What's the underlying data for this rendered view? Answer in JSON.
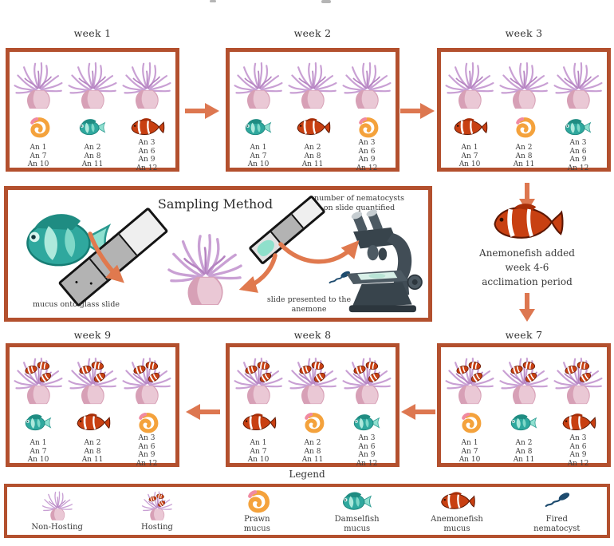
{
  "colors": {
    "panel_border": "#b3502e",
    "arrow": "#dd7750",
    "anemone_tentacle": "#c9a0d4",
    "anemone_body": "#d7a0b6",
    "prawn_mucus": "#f4a23c",
    "damselfish": "#2fa89e",
    "anemonefish": "#c84012",
    "nematocyst": "#1d4b6e"
  },
  "weeks_top": [
    {
      "title": "week 1",
      "anemone_icon": "non-hosting-anemone",
      "columns": [
        {
          "icon": "prawn-mucus",
          "labels": [
            "An 1",
            "An 7",
            "An 10"
          ]
        },
        {
          "icon": "damselfish-mucus",
          "labels": [
            "An 2",
            "An 8",
            "An 11"
          ]
        },
        {
          "icon": "anemonefish-mucus",
          "labels": [
            "An 3",
            "An 6",
            "An 9",
            "An 12"
          ]
        }
      ]
    },
    {
      "title": "week 2",
      "anemone_icon": "non-hosting-anemone",
      "columns": [
        {
          "icon": "damselfish-mucus",
          "labels": [
            "An 1",
            "An 7",
            "An 10"
          ]
        },
        {
          "icon": "anemonefish-mucus",
          "labels": [
            "An 2",
            "An 8",
            "An 11"
          ]
        },
        {
          "icon": "prawn-mucus",
          "labels": [
            "An 3",
            "An 6",
            "An 9",
            "An 12"
          ]
        }
      ]
    },
    {
      "title": "week 3",
      "anemone_icon": "non-hosting-anemone",
      "columns": [
        {
          "icon": "anemonefish-mucus",
          "labels": [
            "An 1",
            "An 7",
            "An 10"
          ]
        },
        {
          "icon": "prawn-mucus",
          "labels": [
            "An 2",
            "An 8",
            "An 11"
          ]
        },
        {
          "icon": "damselfish-mucus",
          "labels": [
            "An 3",
            "An 6",
            "An 9",
            "An 12"
          ]
        }
      ]
    }
  ],
  "weeks_bottom": [
    {
      "title": "week 9",
      "anemone_icon": "hosting-anemone",
      "columns": [
        {
          "icon": "damselfish-mucus",
          "labels": [
            "An 1",
            "An 7",
            "An 10"
          ]
        },
        {
          "icon": "anemonefish-mucus",
          "labels": [
            "An 2",
            "An 8",
            "An 11"
          ]
        },
        {
          "icon": "prawn-mucus",
          "labels": [
            "An 3",
            "An 6",
            "An 9",
            "An 12"
          ]
        }
      ]
    },
    {
      "title": "week 8",
      "anemone_icon": "hosting-anemone",
      "columns": [
        {
          "icon": "anemonefish-mucus",
          "labels": [
            "An 1",
            "An 7",
            "An 10"
          ]
        },
        {
          "icon": "prawn-mucus",
          "labels": [
            "An 2",
            "An 8",
            "An 11"
          ]
        },
        {
          "icon": "damselfish-mucus",
          "labels": [
            "An 3",
            "An 6",
            "An 9",
            "An 12"
          ]
        }
      ]
    },
    {
      "title": "week 7",
      "anemone_icon": "hosting-anemone",
      "columns": [
        {
          "icon": "prawn-mucus",
          "labels": [
            "An 1",
            "An 7",
            "An 10"
          ]
        },
        {
          "icon": "damselfish-mucus",
          "labels": [
            "An 2",
            "An 8",
            "An 11"
          ]
        },
        {
          "icon": "anemonefish-mucus",
          "labels": [
            "An 3",
            "An 6",
            "An 9",
            "An 12"
          ]
        }
      ]
    }
  ],
  "sampling": {
    "title": "Sampling Method",
    "caption_mucus": "mucus onto glass slide",
    "caption_slide": [
      "slide presented to the",
      "anemone"
    ],
    "caption_quantified": [
      "number of nematocysts",
      "on slide quantified"
    ]
  },
  "acclimation": {
    "lines": [
      "Anemonefish added",
      "week 4-6",
      "acclimation period"
    ]
  },
  "legend": {
    "title": "Legend",
    "items": [
      {
        "icon": "non-hosting-anemone",
        "label": [
          "Non-Hosting"
        ]
      },
      {
        "icon": "hosting-anemone",
        "label": [
          "Hosting"
        ]
      },
      {
        "icon": "prawn-mucus",
        "label": [
          "Prawn",
          "mucus"
        ]
      },
      {
        "icon": "damselfish-mucus",
        "label": [
          "Damselfish",
          "mucus"
        ]
      },
      {
        "icon": "anemonefish-mucus",
        "label": [
          "Anemonefish",
          "mucus"
        ]
      },
      {
        "icon": "fired-nematocyst",
        "label": [
          "Fired",
          "nematocyst"
        ]
      }
    ]
  }
}
